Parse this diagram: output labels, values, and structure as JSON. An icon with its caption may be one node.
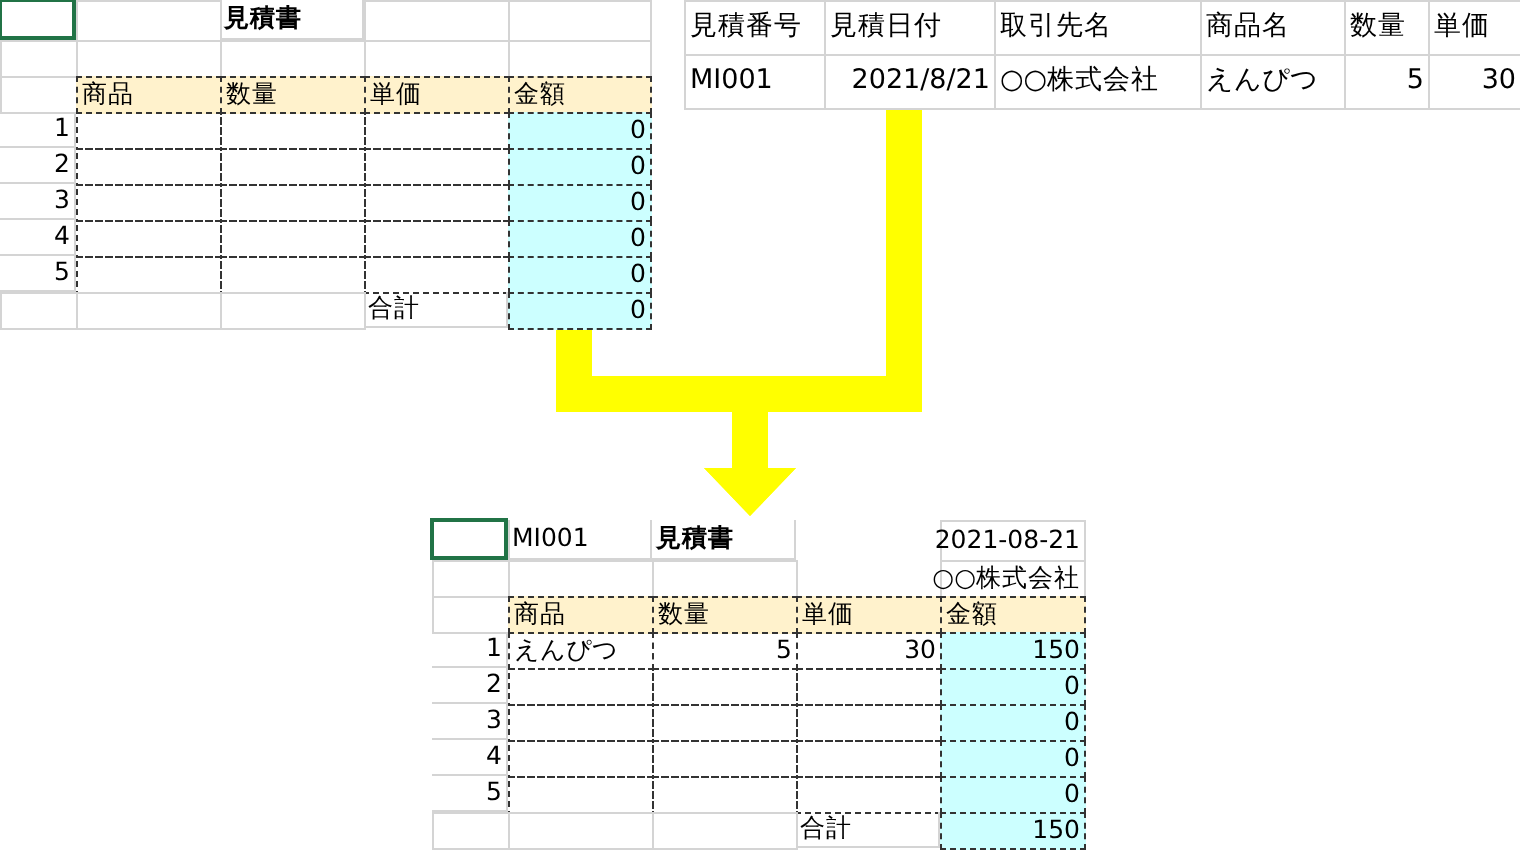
{
  "diagram": {
    "nodes": [
      {
        "text": [
          "見積書",
          "商品",
          "数量",
          "単価",
          "金額",
          "1",
          "0",
          "2",
          "0",
          "3",
          "0",
          "4",
          "0",
          "5",
          "0",
          "合計",
          "0"
        ]
      },
      {
        "text": [
          "見積番号",
          "見積日付",
          "取引先名",
          "商品名",
          "数量",
          "単価",
          "MI001",
          "2021/8/21",
          "○○株式会社",
          "えんぴつ",
          "5",
          "30"
        ]
      },
      {
        "text": [
          "MI001",
          "見積書",
          "2021-08-21",
          "○○株式会社",
          "商品",
          "数量",
          "単価",
          "金額",
          "1",
          "えんぴつ",
          "5",
          "30",
          "150",
          "2",
          "0",
          "3",
          "0",
          "4",
          "0",
          "5",
          "0",
          "合計",
          "150"
        ]
      }
    ],
    "edges": [
      {
        "from": 0,
        "to": 2,
        "arrow": "to"
      },
      {
        "from": 1,
        "to": 2,
        "arrow": "to"
      }
    ]
  }
}
